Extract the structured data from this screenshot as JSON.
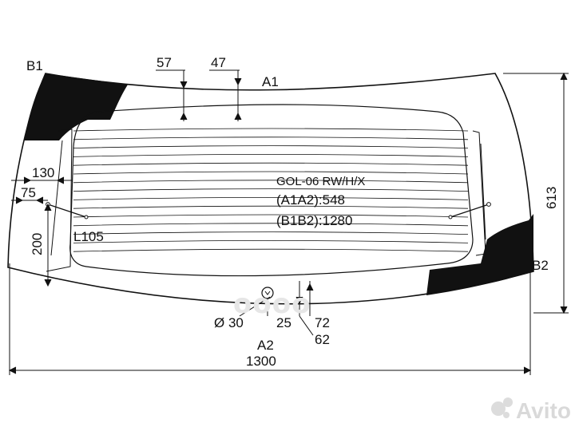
{
  "diagram": {
    "corner_labels": {
      "b1": "B1",
      "b2": "B2",
      "a1": "A1",
      "a2": "A2"
    },
    "top_dims": {
      "d57": "57",
      "d47": "47"
    },
    "left_dims": {
      "d130": "130",
      "d75": "75",
      "d200": "200"
    },
    "right_dim": "613",
    "bottom_dims": {
      "diam": "Ø 30",
      "d25": "25",
      "d72": "72",
      "d62": "62",
      "total": "1300"
    },
    "antenna_label": "L105",
    "part_code": "GOL-06 RW/H/X",
    "a1a2": "(A1A2):548",
    "b1b2": "(B1B2):1280"
  },
  "watermarks": {
    "brand": "oooo",
    "avito": "Avito"
  },
  "colors": {
    "line": "#111111",
    "fill_black": "#111111",
    "watermark": "#e6e6e6"
  }
}
